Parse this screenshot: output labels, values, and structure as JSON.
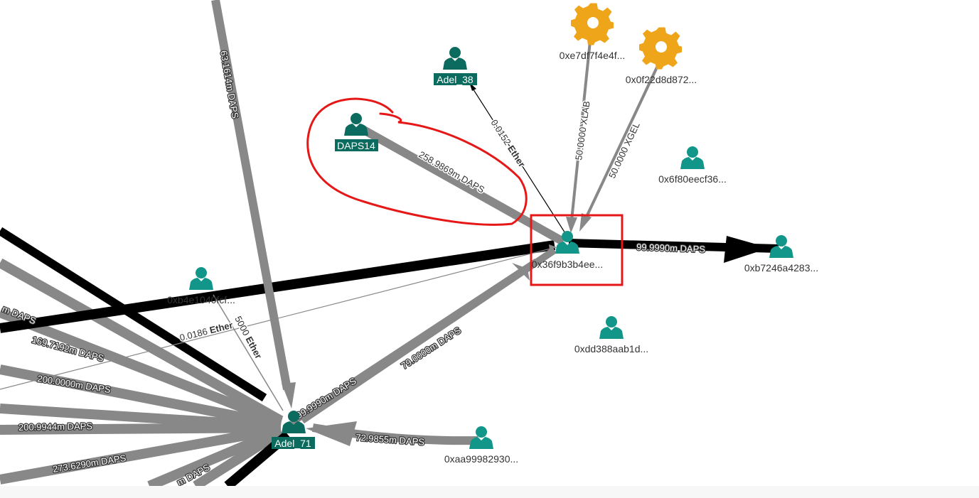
{
  "colors": {
    "edge_gray": "#888888",
    "edge_black": "#000000",
    "node_dark": "#0b6b5e",
    "node_teal": "#12968a",
    "contract_gold": "#eea51a",
    "annotation_red": "#e61717",
    "label_bg": "#0b6b5e"
  },
  "nodes": {
    "adel38": {
      "label": "Adel_38",
      "icon": "user-icon"
    },
    "daps14": {
      "label": "DAPS14",
      "icon": "user-icon"
    },
    "hub": {
      "label": "0x36f9b3b4ee...",
      "icon": "user-icon"
    },
    "contract1": {
      "label": "0xe7df7f4e4f...",
      "icon": "gear-icon"
    },
    "contract2": {
      "label": "0x0f22d8d872...",
      "icon": "gear-icon"
    },
    "x6f80": {
      "label": "0x6f80eecf36...",
      "icon": "user-icon"
    },
    "xb724": {
      "label": "0xb7246a4283...",
      "icon": "user-icon"
    },
    "xdd38": {
      "label": "0xdd388aab1d...",
      "icon": "user-icon"
    },
    "xb4e1": {
      "label": "0xb4e1040fcf...",
      "icon": "user-icon"
    },
    "adel71": {
      "label": "Adel_71",
      "icon": "user-icon"
    },
    "xaa99": {
      "label": "0xaa99982930...",
      "icon": "user-icon"
    }
  },
  "edges": {
    "daps14_hub": {
      "amount": "258.9869m",
      "unit": "DAPS"
    },
    "hub_adel38": {
      "amount": "0.0152",
      "unit": "Ether"
    },
    "contract1_hub": {
      "amount": "50.0000",
      "unit": "XLAB"
    },
    "contract2_hub": {
      "amount": "50.0000",
      "unit": "XGEL"
    },
    "hub_xb724": {
      "amount": "99.9990m",
      "unit": "DAPS"
    },
    "adel71_hub": {
      "amount": "79.0000m",
      "unit": "DAPS"
    },
    "hub_adel71": {
      "amount": "99.9990m",
      "unit": "DAPS"
    },
    "xaa99_adel71": {
      "amount": "72.9855m",
      "unit": "DAPS"
    },
    "top_adel71": {
      "amount": "63.1614m",
      "unit": "DAPS"
    },
    "xb4e1_adel71": {
      "amount": "5000",
      "unit": "Ether"
    },
    "thin_hub": {
      "amount": "0.0186",
      "unit": "Ether"
    },
    "left1": {
      "amount": "m",
      "unit": "DAPS"
    },
    "left2": {
      "amount": "169.7192m",
      "unit": "DAPS"
    },
    "left3": {
      "amount": "200.0000m",
      "unit": "DAPS"
    },
    "left4": {
      "amount": "200.9944m",
      "unit": "DAPS"
    },
    "left5": {
      "amount": "273.6290m",
      "unit": "DAPS"
    },
    "left6": {
      "amount": "m",
      "unit": "DAPS"
    }
  }
}
